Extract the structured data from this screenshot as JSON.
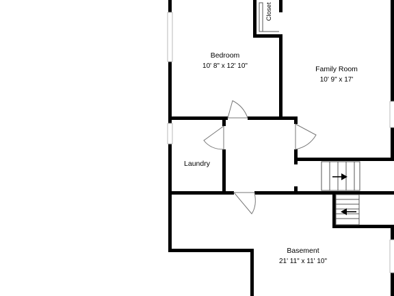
{
  "floor_plan": {
    "rooms": [
      {
        "id": "bedroom",
        "name": "Bedroom",
        "dimensions": "10' 8\" x 12' 10\""
      },
      {
        "id": "family-room",
        "name": "Family Room",
        "dimensions": "10' 9\" x 17'"
      },
      {
        "id": "laundry",
        "name": "Laundry",
        "dimensions": ""
      },
      {
        "id": "basement",
        "name": "Basement",
        "dimensions": "21' 11\" x 11' 10\""
      },
      {
        "id": "closet",
        "name": "Closet",
        "dimensions": ""
      }
    ]
  },
  "colors": {
    "walls": "#000000",
    "background": "#ffffff",
    "door_lines": "#777777",
    "window_lines": "#b8b8b8"
  }
}
